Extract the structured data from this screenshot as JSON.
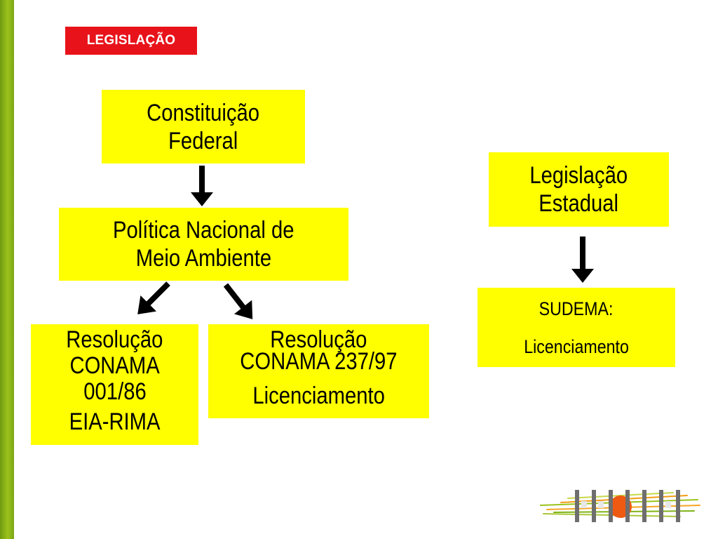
{
  "header": {
    "tag": "LEGISLAÇÃO"
  },
  "boxes": {
    "constituicao": {
      "line1": "Constituição",
      "line2": "Federal"
    },
    "pnma": {
      "line1": "Política Nacional de",
      "line2": "Meio Ambiente"
    },
    "res001": {
      "line1": "Resolução",
      "line2": "CONAMA",
      "line3": "001/86",
      "line4": "EIA-RIMA"
    },
    "res237": {
      "line1": "Resolução",
      "line2": "CONAMA 237/97",
      "line3": "Licenciamento"
    },
    "estadual": {
      "line1": "Legislação",
      "line2": "Estadual"
    },
    "sudema": {
      "line1": "SUDEMA:",
      "line2": "Licenciamento"
    }
  },
  "colors": {
    "box": "#ffff00",
    "tag": "#e8131a",
    "sidebar": "#8db81a",
    "arrow": "#000000"
  }
}
